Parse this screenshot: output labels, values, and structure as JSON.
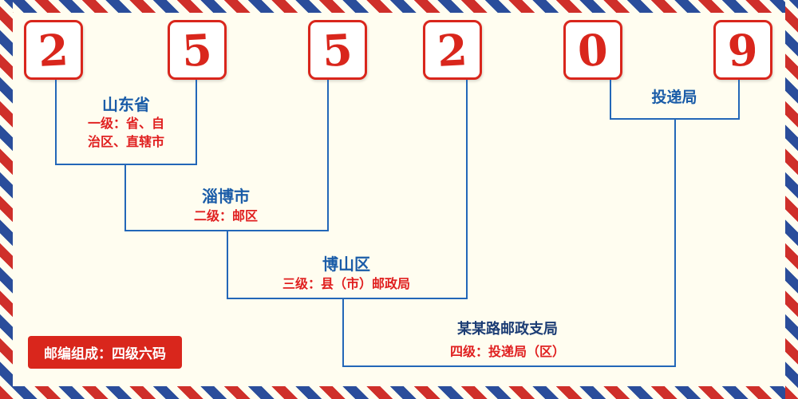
{
  "postal_code": {
    "digits": [
      "2",
      "5",
      "5",
      "2",
      "0",
      "9"
    ]
  },
  "labels": {
    "level1": {
      "name": "山东省",
      "desc": "一级：省、自\n治区、直辖市"
    },
    "level2": {
      "name": "淄博市",
      "desc": "二级：邮区"
    },
    "level3": {
      "name": "博山区",
      "desc": "三级：县（市）邮政局"
    },
    "level4": {
      "name": "某某路邮政支局",
      "desc": "四级：投递局（区）"
    },
    "delivery": {
      "name": "投递局"
    }
  },
  "badge": {
    "text": "邮编组成：四级六码"
  },
  "colors": {
    "digit_red": "#d9261c",
    "label_blue": "#1a5ca8",
    "desc_red": "#e01f1f",
    "line_blue": "#2367b8",
    "badge_red": "#d9261c",
    "background": "#fffdf0",
    "stripe_red": "#cf2f2a",
    "stripe_blue": "#2a4d9b"
  }
}
